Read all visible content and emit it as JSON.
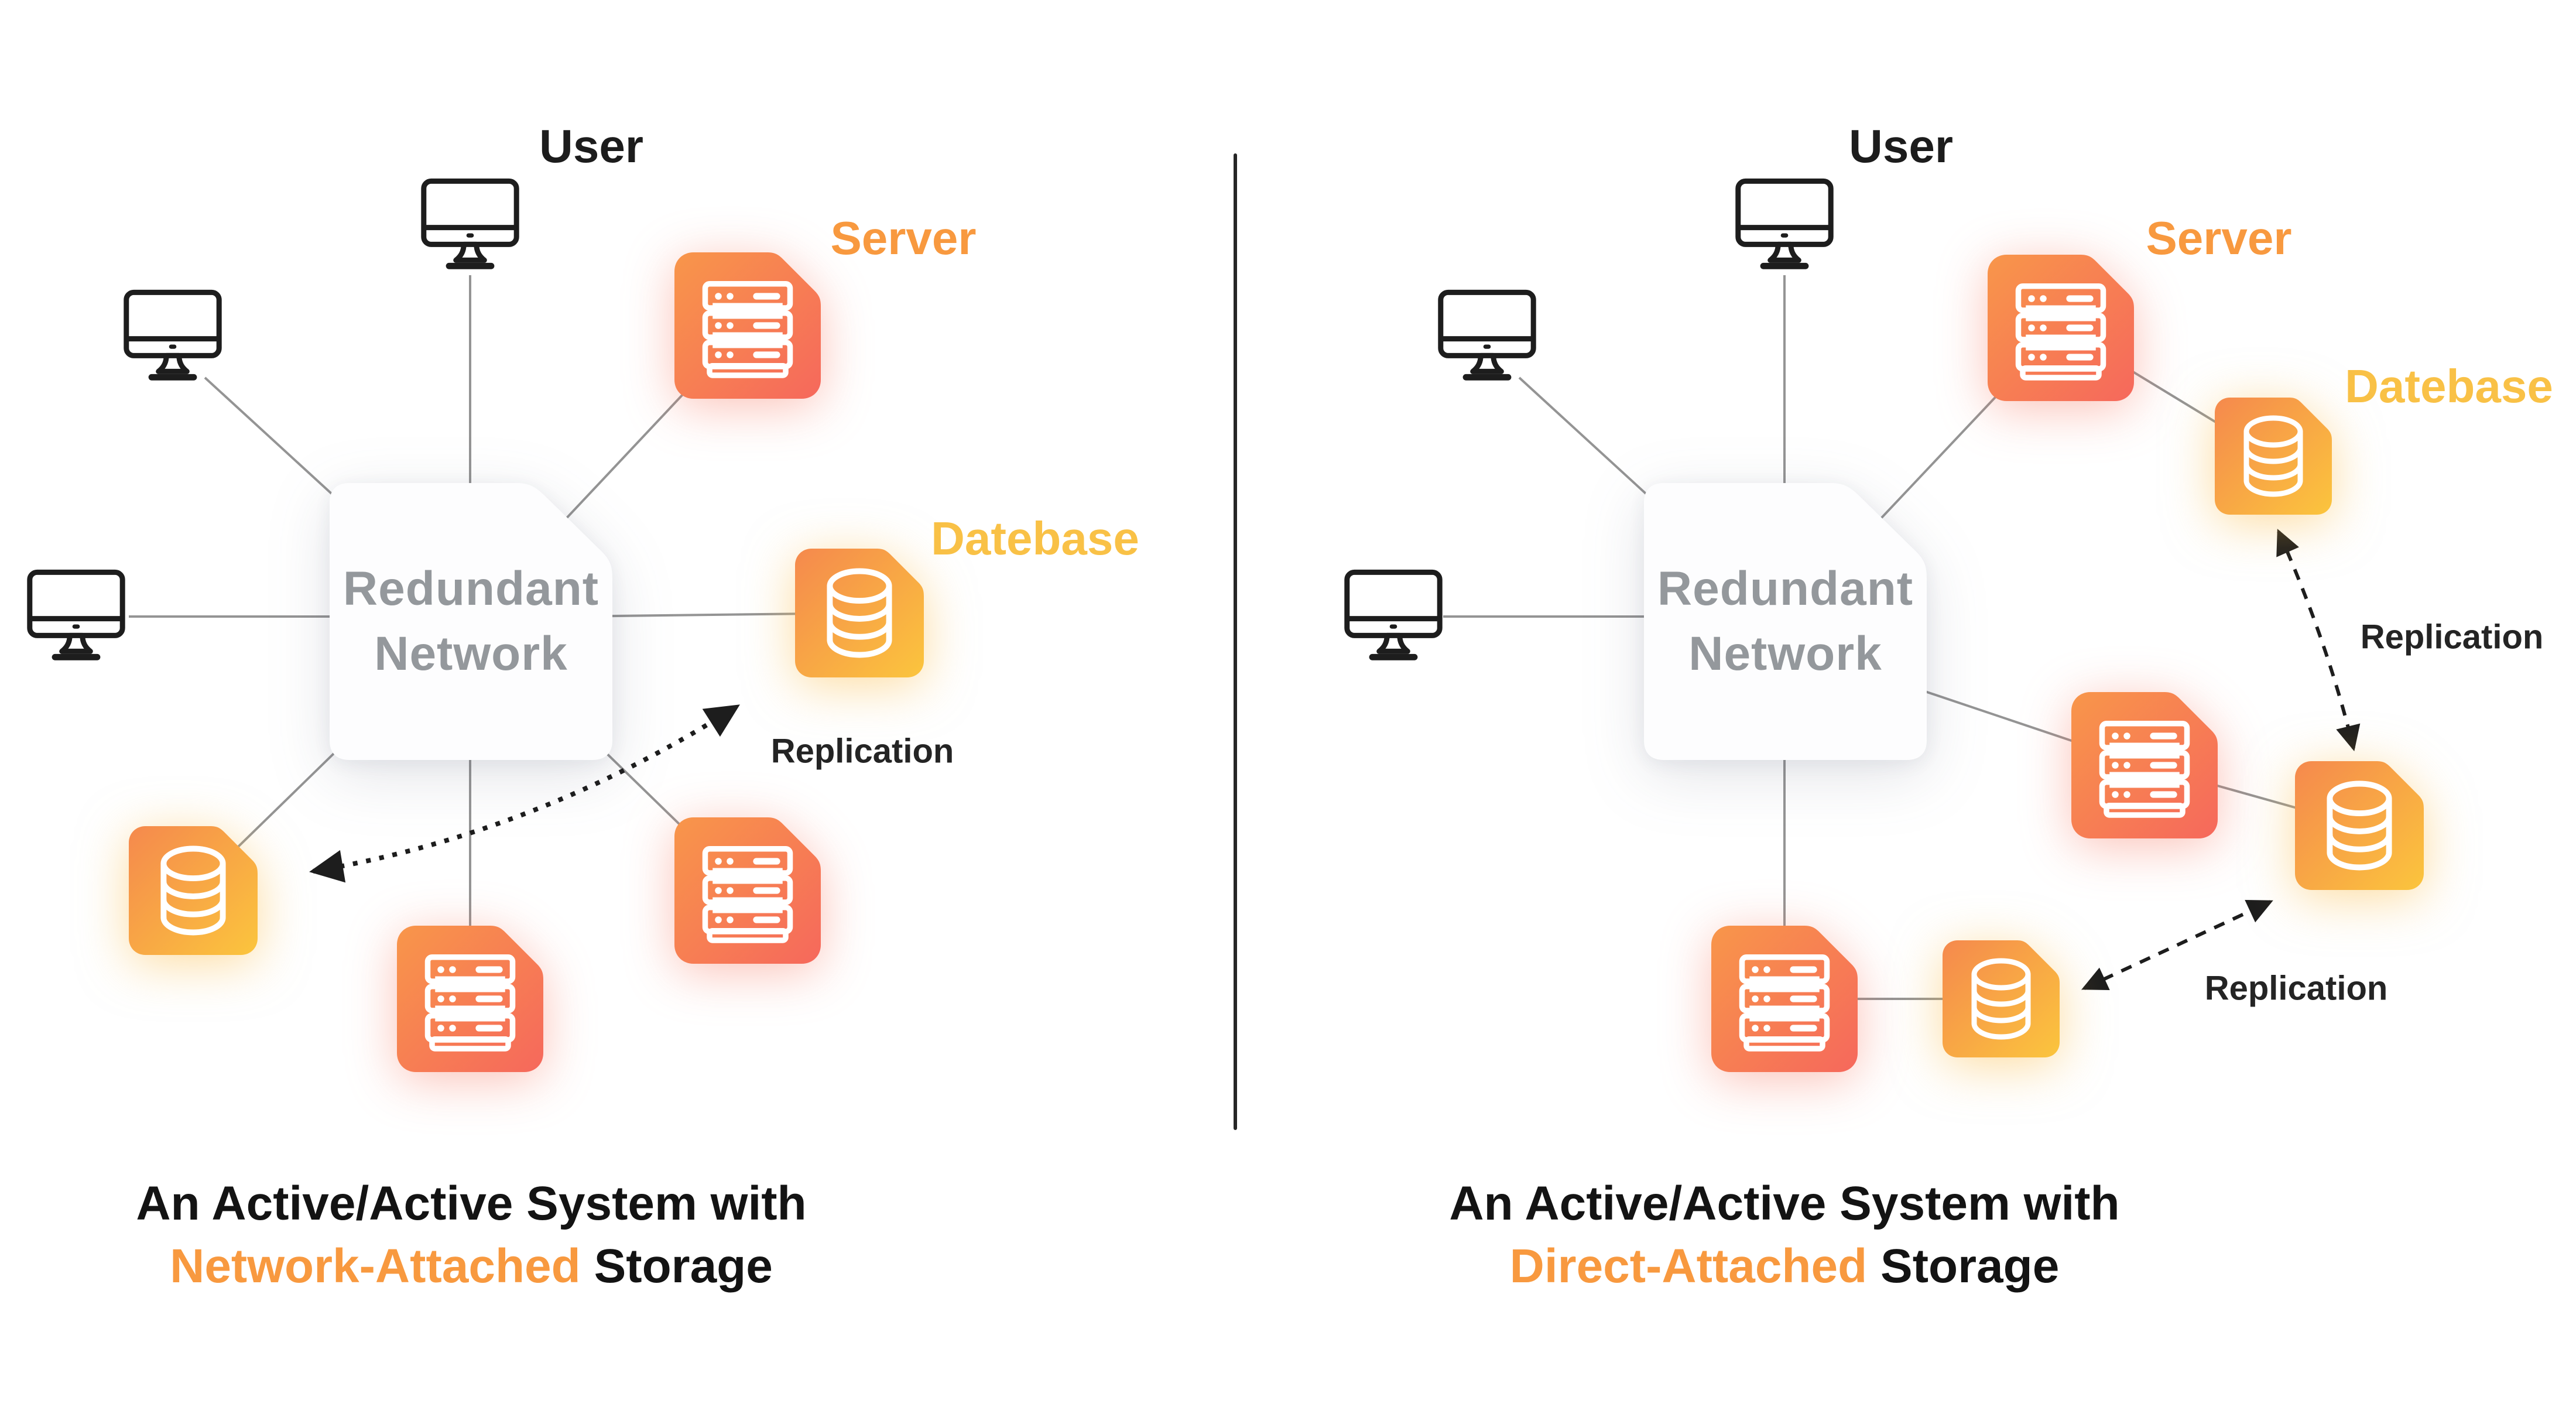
{
  "diagram": {
    "left_panel": {
      "user_label": "User",
      "server_label": "Server",
      "database_label": "Datebase",
      "network_box_line1": "Redundant",
      "network_box_line2": "Network",
      "replication_label": "Replication",
      "caption_line1": "An Active/Active System with",
      "caption_accent": "Network-Attached",
      "caption_rest": "Storage"
    },
    "right_panel": {
      "user_label": "User",
      "server_label": "Server",
      "database_label": "Datebase",
      "network_box_line1": "Redundant",
      "network_box_line2": "Network",
      "replication_label_top": "Replication",
      "replication_label_bottom": "Replication",
      "caption_line1": "An Active/Active System with",
      "caption_accent": "Direct-Attached",
      "caption_rest": "Storage"
    },
    "colors": {
      "server_label_text": "#F8993F",
      "database_label_text": "#F9C146",
      "network_box_text": "#94989C",
      "caption_text": "#131313",
      "caption_accent": "#F8993F",
      "replication_text": "#242424",
      "connector_line": "#949494",
      "divider_line": "#262626",
      "server_gradient_start": "#F8964A",
      "server_gradient_end": "#F6685C",
      "database_gradient_start": "#F5894D",
      "database_gradient_end": "#FBC53D"
    },
    "icons": {
      "monitor": "monitor-icon",
      "server": "server-icon",
      "database": "database-icon",
      "network_box": "redundant-network-box",
      "replication_arrow": "replication-arrow"
    }
  }
}
